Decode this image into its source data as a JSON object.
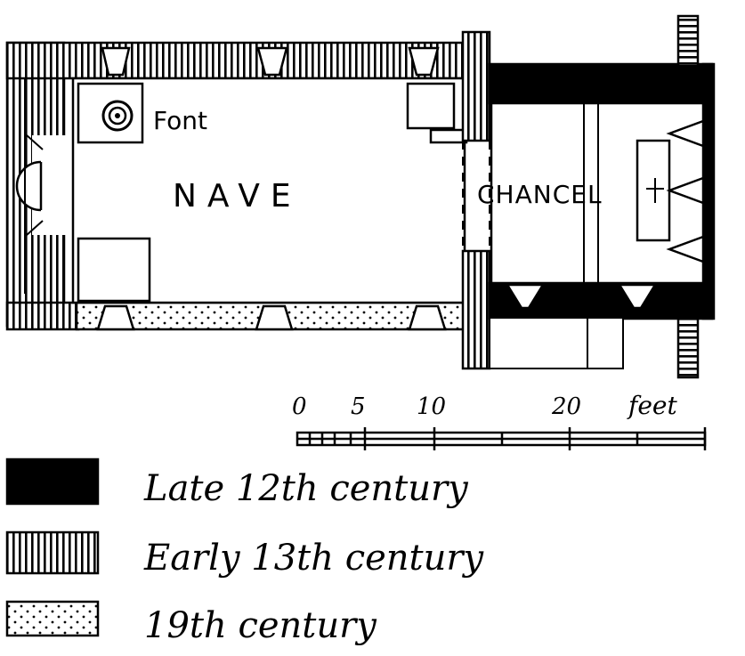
{
  "plan": {
    "rooms": {
      "nave": "NAVE",
      "chancel": "CHANCEL",
      "font": "Font"
    }
  },
  "scale": {
    "ticks": [
      "0",
      "5",
      "10",
      "20"
    ],
    "unit": "feet"
  },
  "legend": {
    "items": [
      {
        "label": "Late 12th century",
        "pattern": "solid"
      },
      {
        "label": "Early 13th century",
        "pattern": "vertical-hatch"
      },
      {
        "label": "19th century",
        "pattern": "stipple"
      }
    ]
  },
  "colors": {
    "ink": "#000000",
    "paper": "#ffffff"
  }
}
